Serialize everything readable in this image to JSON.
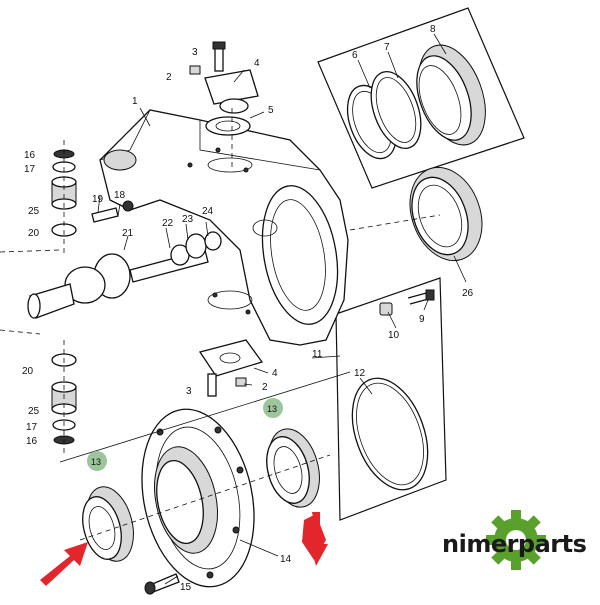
{
  "callouts": {
    "c1": "1",
    "c2a": "2",
    "c2b": "2",
    "c3a": "3",
    "c3b": "3",
    "c4a": "4",
    "c4b": "4",
    "c5": "5",
    "c6": "6",
    "c7": "7",
    "c8": "8",
    "c9": "9",
    "c10": "10",
    "c11": "11",
    "c12": "12",
    "c13a": "13",
    "c13b": "13",
    "c14": "14",
    "c15": "15",
    "c16a": "16",
    "c16b": "16",
    "c17a": "17",
    "c17b": "17",
    "c18": "18",
    "c19": "19",
    "c20a": "20",
    "c20b": "20",
    "c21": "21",
    "c22": "22",
    "c23": "23",
    "c24": "24",
    "c25a": "25",
    "c25b": "25",
    "c26": "26"
  },
  "logo": {
    "text": "nimerparts",
    "accent": "#5aa02c"
  },
  "colors": {
    "highlight": "#9cc59c",
    "arrow": "#e3262b"
  }
}
